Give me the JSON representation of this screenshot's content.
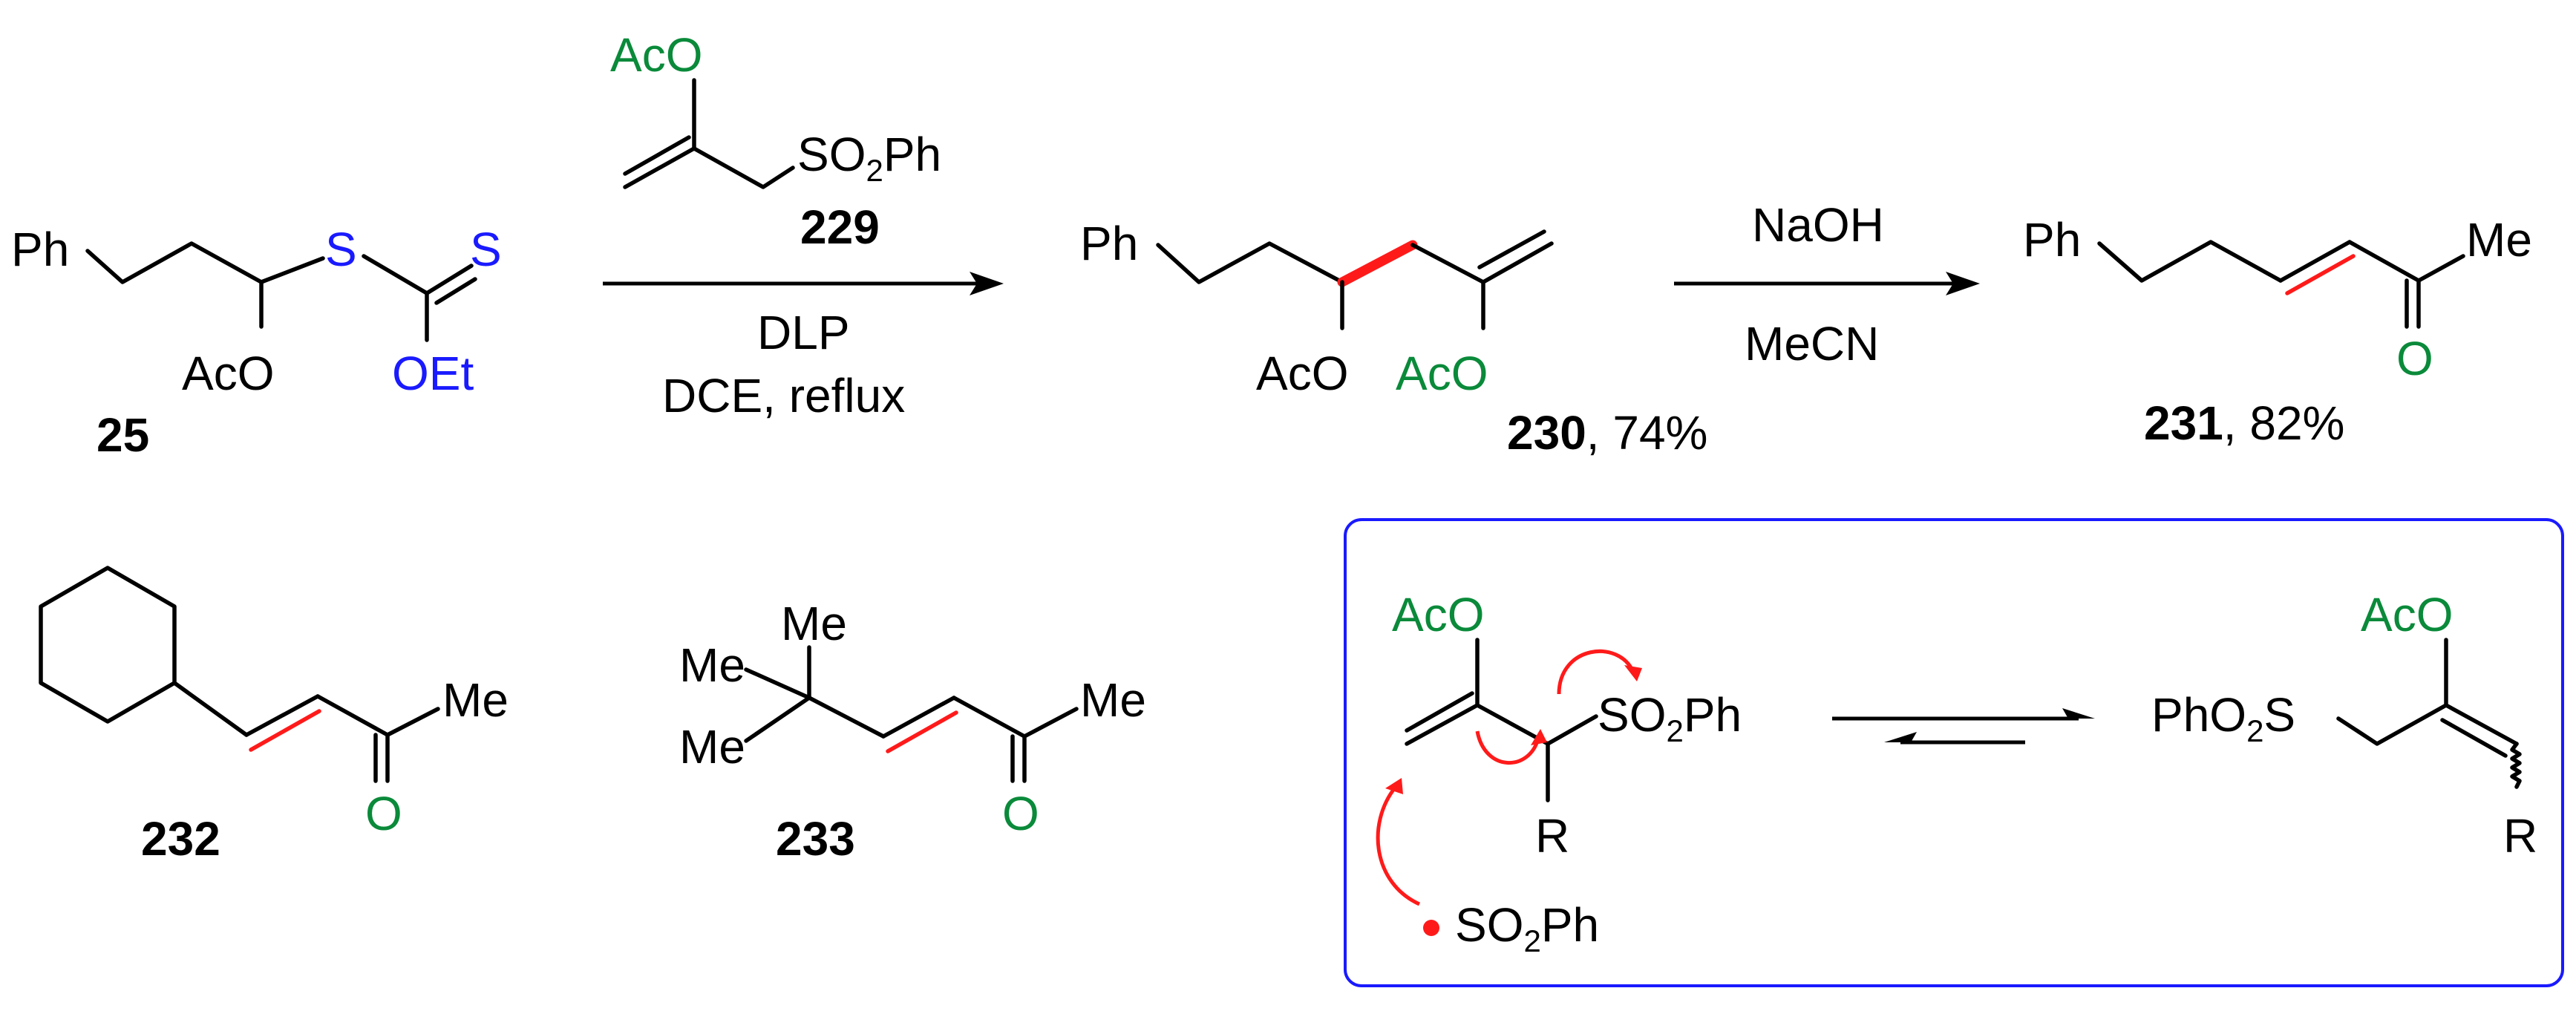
{
  "reagent_229": {
    "aco": "AcO",
    "so2ph_a": "SO",
    "so2ph_sub": "2",
    "so2ph_b": "Ph",
    "number": "229"
  },
  "reaction1": {
    "conditions_line1": "DLP",
    "conditions_line2": "DCE, reflux"
  },
  "compound_25": {
    "ph": "Ph",
    "s1": "S",
    "s2": "S",
    "aco": "AcO",
    "oet": "OEt",
    "number": "25"
  },
  "compound_230": {
    "ph": "Ph",
    "aco_left": "AcO",
    "aco_right": "AcO",
    "number": "230",
    "yield": ", 74%"
  },
  "reaction2": {
    "reagent": "NaOH",
    "solvent": "MeCN"
  },
  "compound_231": {
    "ph": "Ph",
    "me": "Me",
    "o": "O",
    "number": "231",
    "yield": ", 82%"
  },
  "compound_232": {
    "me": "Me",
    "o": "O",
    "number": "232"
  },
  "compound_233": {
    "me_top": "Me",
    "me_left1": "Me",
    "me_left2": "Me",
    "me_right": "Me",
    "o": "O",
    "number": "233"
  },
  "mechanism_box": {
    "border_color": "#1a1aff",
    "aco_left": "AcO",
    "so2ph_a": "SO",
    "so2ph_sub": "2",
    "so2ph_b": "Ph",
    "r_left": "R",
    "radical_a": "SO",
    "radical_sub": "2",
    "radical_b": "Ph",
    "pho2s_a": "PhO",
    "pho2s_sub": "2",
    "pho2s_b": "S",
    "aco_right": "AcO",
    "r_right": "R"
  },
  "colors": {
    "acetoxy_green": "#0a8a3a",
    "xanthate_blue": "#1a1aff",
    "highlight_red": "#ff1a1a"
  }
}
